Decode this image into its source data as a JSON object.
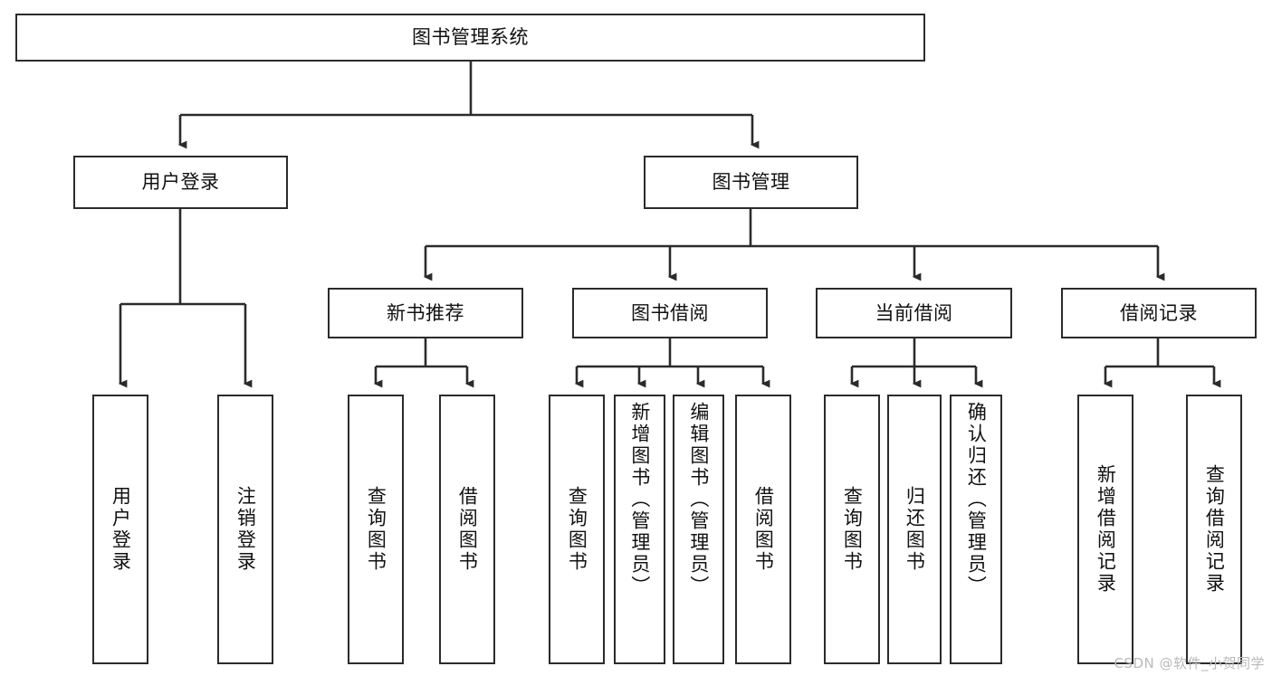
{
  "diagram": {
    "type": "tree-hierarchy",
    "title": "图书管理系统",
    "orientation": "top-down",
    "watermark": "CSDN @软件_小贺同学",
    "colors": {
      "background": "#ffffff",
      "node_fill": "#ffffff",
      "node_border": "#2b2b2b",
      "edge": "#2b2b2b",
      "text": "#111111",
      "watermark": "#b9b9b9"
    },
    "levels": [
      {
        "level": 1,
        "text_orientation": "horizontal"
      },
      {
        "level": 2,
        "text_orientation": "horizontal"
      },
      {
        "level": 3,
        "text_orientation": "horizontal"
      },
      {
        "level": 4,
        "text_orientation": "vertical"
      }
    ],
    "nodes": {
      "root": {
        "label": "图书管理系统"
      },
      "user_login": {
        "label": "用户登录"
      },
      "book_admin": {
        "label": "图书管理"
      },
      "new_book_rec": {
        "label": "新书推荐"
      },
      "book_borrow": {
        "label": "图书借阅"
      },
      "current_borrow": {
        "label": "当前借阅"
      },
      "borrow_record": {
        "label": "借阅记录"
      },
      "leaf_user_login": {
        "label": "用户登录"
      },
      "leaf_logout": {
        "label": "注销登录"
      },
      "leaf_query_book_1": {
        "label": "查询图书"
      },
      "leaf_borrow_book_1": {
        "label": "借阅图书"
      },
      "leaf_query_book_2": {
        "label": "查询图书"
      },
      "leaf_add_book": {
        "label": "新增图书（管理员）"
      },
      "leaf_edit_book": {
        "label": "编辑图书（管理员）"
      },
      "leaf_borrow_book_2": {
        "label": "借阅图书"
      },
      "leaf_query_book_3": {
        "label": "查询图书"
      },
      "leaf_return_book": {
        "label": "归还图书"
      },
      "leaf_confirm_return": {
        "label": "确认归还（管理员）"
      },
      "leaf_add_record": {
        "label": "新增借阅记录"
      },
      "leaf_query_record": {
        "label": "查询借阅记录"
      }
    },
    "edges": [
      {
        "from": "root",
        "to": "user_login"
      },
      {
        "from": "root",
        "to": "book_admin"
      },
      {
        "from": "book_admin",
        "to": "new_book_rec"
      },
      {
        "from": "book_admin",
        "to": "book_borrow"
      },
      {
        "from": "book_admin",
        "to": "current_borrow"
      },
      {
        "from": "book_admin",
        "to": "borrow_record"
      },
      {
        "from": "user_login",
        "to": "leaf_user_login"
      },
      {
        "from": "user_login",
        "to": "leaf_logout"
      },
      {
        "from": "new_book_rec",
        "to": "leaf_query_book_1"
      },
      {
        "from": "new_book_rec",
        "to": "leaf_borrow_book_1"
      },
      {
        "from": "book_borrow",
        "to": "leaf_query_book_2"
      },
      {
        "from": "book_borrow",
        "to": "leaf_add_book"
      },
      {
        "from": "book_borrow",
        "to": "leaf_edit_book"
      },
      {
        "from": "book_borrow",
        "to": "leaf_borrow_book_2"
      },
      {
        "from": "current_borrow",
        "to": "leaf_query_book_3"
      },
      {
        "from": "current_borrow",
        "to": "leaf_return_book"
      },
      {
        "from": "current_borrow",
        "to": "leaf_confirm_return"
      },
      {
        "from": "borrow_record",
        "to": "leaf_add_record"
      },
      {
        "from": "borrow_record",
        "to": "leaf_query_record"
      }
    ]
  }
}
